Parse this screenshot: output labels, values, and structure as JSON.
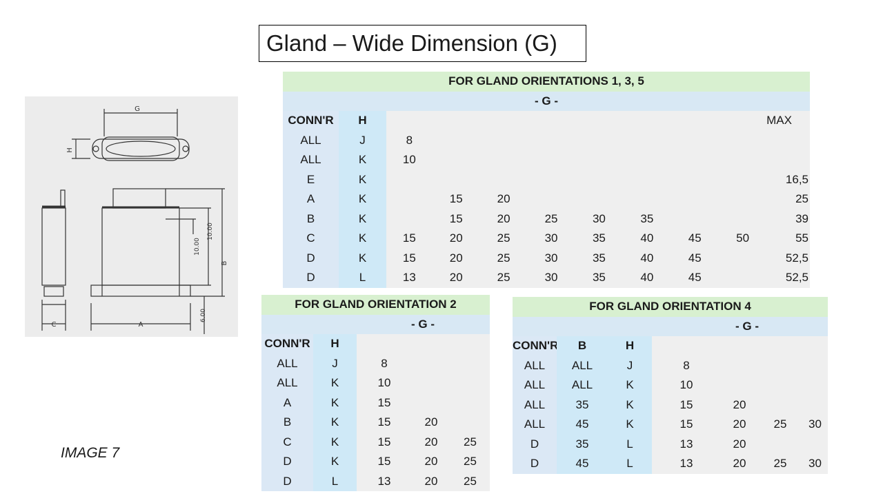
{
  "title": "Gland – Wide Dimension (G)",
  "caption": "IMAGE 7",
  "drawing": {
    "labels": {
      "g": "G",
      "h": "H",
      "b": "B",
      "a": "A",
      "c": "C",
      "d1": "10.00",
      "d2": "10.00",
      "d3": "6.00"
    }
  },
  "table1": {
    "header": "FOR GLAND ORIENTATIONS 1, 3, 5",
    "sub": "- G -",
    "columns": [
      "CONN'R",
      "H"
    ],
    "max_label": "MAX",
    "rows": [
      {
        "conn": "ALL",
        "h": "J",
        "vals": [
          "8",
          "",
          "",
          "",
          "",
          "",
          "",
          "",
          ""
        ]
      },
      {
        "conn": "ALL",
        "h": "K",
        "vals": [
          "10",
          "",
          "",
          "",
          "",
          "",
          "",
          "",
          ""
        ]
      },
      {
        "conn": "E",
        "h": "K",
        "vals": [
          "",
          "",
          "",
          "",
          "",
          "",
          "",
          "",
          "16,5"
        ]
      },
      {
        "conn": "A",
        "h": "K",
        "vals": [
          "",
          "15",
          "20",
          "",
          "",
          "",
          "",
          "",
          "25"
        ]
      },
      {
        "conn": "B",
        "h": "K",
        "vals": [
          "",
          "15",
          "20",
          "25",
          "30",
          "35",
          "",
          "",
          "39"
        ]
      },
      {
        "conn": "C",
        "h": "K",
        "vals": [
          "15",
          "20",
          "25",
          "30",
          "35",
          "40",
          "45",
          "50",
          "55"
        ]
      },
      {
        "conn": "D",
        "h": "K",
        "vals": [
          "15",
          "20",
          "25",
          "30",
          "35",
          "40",
          "45",
          "",
          "52,5"
        ]
      },
      {
        "conn": "D",
        "h": "L",
        "vals": [
          "13",
          "20",
          "25",
          "30",
          "35",
          "40",
          "45",
          "",
          "52,5"
        ]
      }
    ]
  },
  "table2": {
    "header": "FOR GLAND ORIENTATION 2",
    "sub": "- G -",
    "columns": [
      "CONN'R",
      "H"
    ],
    "rows": [
      {
        "conn": "ALL",
        "h": "J",
        "vals": [
          "8",
          "",
          ""
        ]
      },
      {
        "conn": "ALL",
        "h": "K",
        "vals": [
          "10",
          "",
          ""
        ]
      },
      {
        "conn": "A",
        "h": "K",
        "vals": [
          "15",
          "",
          ""
        ]
      },
      {
        "conn": "B",
        "h": "K",
        "vals": [
          "15",
          "20",
          ""
        ]
      },
      {
        "conn": "C",
        "h": "K",
        "vals": [
          "15",
          "20",
          "25"
        ]
      },
      {
        "conn": "D",
        "h": "K",
        "vals": [
          "15",
          "20",
          "25"
        ]
      },
      {
        "conn": "D",
        "h": "L",
        "vals": [
          "13",
          "20",
          "25"
        ]
      }
    ]
  },
  "table3": {
    "header": "FOR GLAND ORIENTATION 4",
    "sub": "- G -",
    "columns": [
      "CONN'R",
      "B",
      "H"
    ],
    "rows": [
      {
        "conn": "ALL",
        "b": "ALL",
        "h": "J",
        "vals": [
          "8",
          "",
          "",
          ""
        ]
      },
      {
        "conn": "ALL",
        "b": "ALL",
        "h": "K",
        "vals": [
          "10",
          "",
          "",
          ""
        ]
      },
      {
        "conn": "ALL",
        "b": "35",
        "h": "K",
        "vals": [
          "15",
          "20",
          "",
          ""
        ]
      },
      {
        "conn": "ALL",
        "b": "45",
        "h": "K",
        "vals": [
          "15",
          "20",
          "25",
          "30"
        ]
      },
      {
        "conn": "D",
        "b": "35",
        "h": "L",
        "vals": [
          "13",
          "20",
          "",
          ""
        ]
      },
      {
        "conn": "D",
        "b": "45",
        "h": "L",
        "vals": [
          "13",
          "20",
          "25",
          "30"
        ]
      }
    ]
  }
}
